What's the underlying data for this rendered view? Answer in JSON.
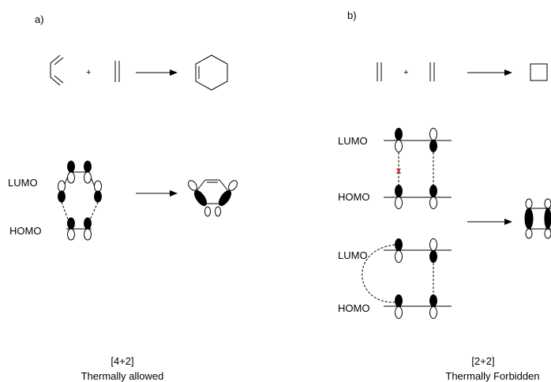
{
  "panel_a": {
    "label": "a)",
    "reaction": {
      "plus": "+"
    },
    "levels": {
      "lumo": "LUMO",
      "homo": "HOMO"
    },
    "caption": {
      "line1": "[4+2]",
      "line2": "Thermally allowed"
    }
  },
  "panel_b": {
    "label": "b)",
    "reaction": {
      "plus": "+"
    },
    "top_diagram": {
      "lumo": "LUMO",
      "homo": "HOMO",
      "forbidden_mark": "x",
      "forbidden_color": "#e02020"
    },
    "bottom_diagram": {
      "lumo": "LUMO",
      "homo": "HOMO"
    },
    "caption": {
      "line1": "[2+2]",
      "line2": "Thermally Forbidden"
    }
  }
}
